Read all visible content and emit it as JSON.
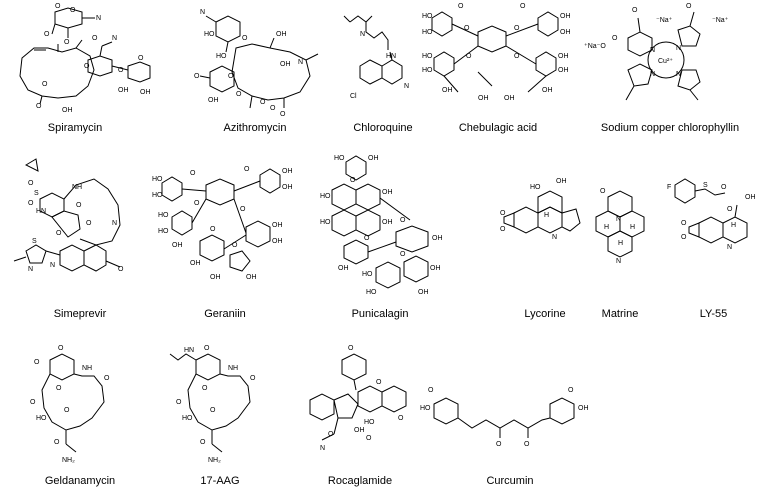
{
  "molecules": [
    {
      "name": "Spiramycin",
      "labels": [
        "N",
        "O",
        "O",
        "O",
        "OH",
        "OH",
        "O",
        "O",
        "O",
        "O",
        "O",
        "N",
        "O",
        "O",
        "OH"
      ]
    },
    {
      "name": "Azithromycin",
      "labels": [
        "N",
        "HO",
        "HO",
        "O",
        "OH",
        "N",
        "OH",
        "O",
        "O",
        "O",
        "OH",
        "O",
        "O",
        "O"
      ]
    },
    {
      "name": "Chloroquine",
      "labels": [
        "N",
        "HN",
        "N",
        "Cl"
      ]
    },
    {
      "name": "Chebulagic acid",
      "labels": [
        "HO",
        "HO",
        "OH",
        "OH",
        "OH",
        "OH",
        "HO",
        "HO",
        "OH",
        "OH",
        "O",
        "O",
        "O",
        "O",
        "O",
        "O",
        "OH",
        "OH"
      ]
    },
    {
      "name": "Sodium copper chlorophyllin",
      "labels": [
        "O",
        "O",
        "⁻Na⁺",
        "⁻Na⁺",
        "⁺Na⁻O",
        "O",
        "N",
        "N",
        "Cu²⁺",
        "N",
        "N"
      ]
    },
    {
      "name": "Simeprevir",
      "labels": [
        "O",
        "S",
        "O",
        "HN",
        "NH",
        "O",
        "O",
        "O",
        "N",
        "N",
        "S",
        "N",
        "O"
      ]
    },
    {
      "name": "Geraniin",
      "labels": [
        "HO",
        "HO",
        "OH",
        "OH",
        "OH",
        "OH",
        "HO",
        "HO",
        "OH",
        "OH",
        "O",
        "O",
        "O",
        "O",
        "O",
        "O",
        "OH",
        "OH"
      ]
    },
    {
      "name": "Punicalagin",
      "labels": [
        "HO",
        "OH",
        "OH",
        "HO",
        "HO",
        "OH",
        "OH",
        "O",
        "O",
        "O",
        "O",
        "OH",
        "HO",
        "HO",
        "OH",
        "OH"
      ]
    },
    {
      "name": "Lycorine",
      "labels": [
        "OH",
        "HO",
        "H",
        "O",
        "O",
        "N"
      ]
    },
    {
      "name": "Matrine",
      "labels": [
        "O",
        "N",
        "H",
        "H",
        "H",
        "N"
      ]
    },
    {
      "name": "LY-55",
      "labels": [
        "F",
        "S",
        "O",
        "OH",
        "O",
        "O",
        "N",
        "H",
        "O"
      ]
    },
    {
      "name": "Geldanamycin",
      "labels": [
        "O",
        "O",
        "O",
        "NH",
        "O",
        "HO",
        "O",
        "O",
        "NH₂",
        "O"
      ]
    },
    {
      "name": "17-AAG",
      "labels": [
        "HN",
        "O",
        "O",
        "NH",
        "O",
        "HO",
        "O",
        "O",
        "NH₂",
        "O"
      ]
    },
    {
      "name": "Rocaglamide",
      "labels": [
        "O",
        "O",
        "O",
        "OH",
        "HO",
        "O",
        "N",
        "O"
      ]
    },
    {
      "name": "Curcumin",
      "labels": [
        "O",
        "HO",
        "O",
        "O",
        "O",
        "OH"
      ]
    }
  ]
}
